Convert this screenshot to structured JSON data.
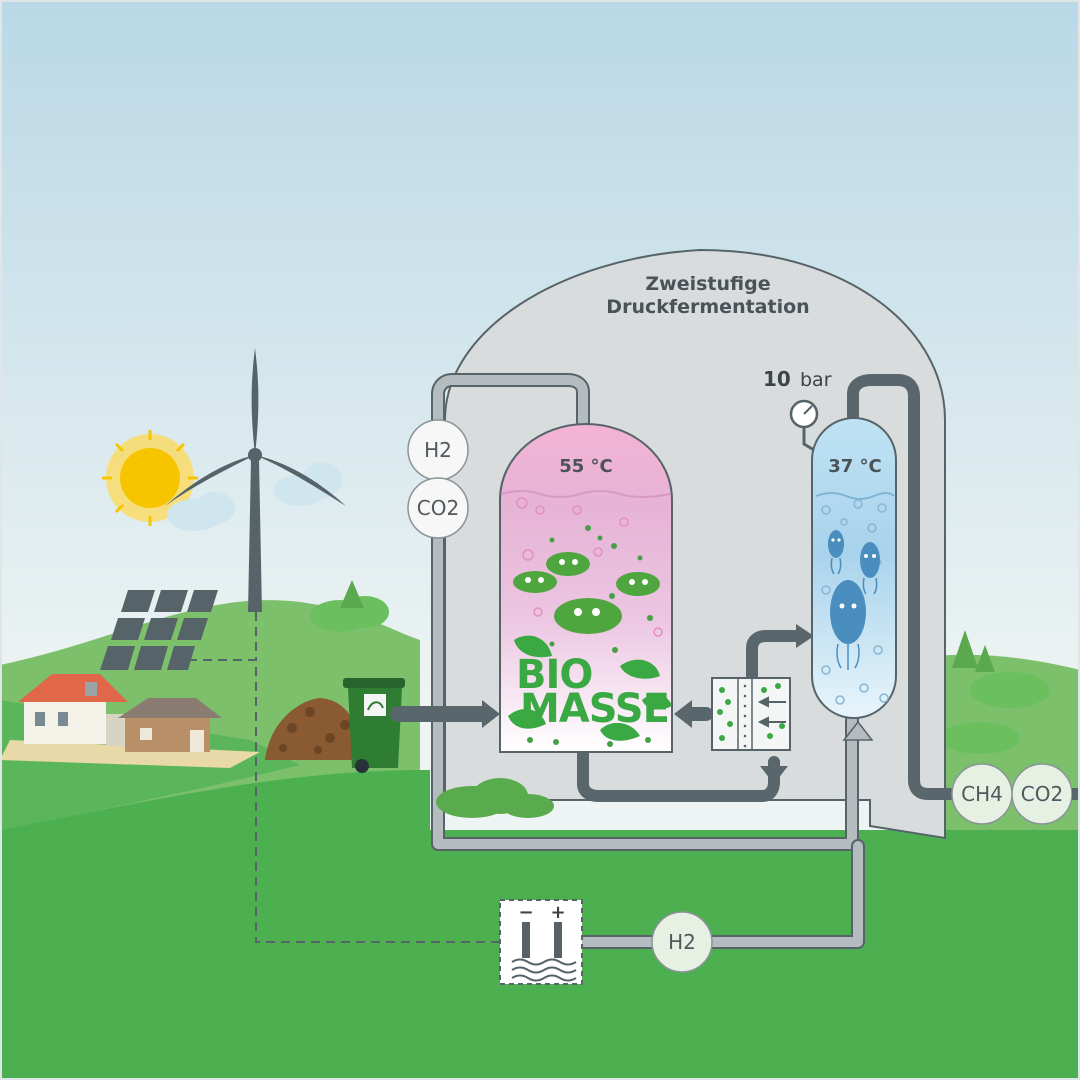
{
  "diagram": {
    "title_line1": "Zweistufige",
    "title_line2": "Druckfermentation",
    "stage1_temperature": "55 °C",
    "stage2_temperature": "37 °C",
    "pressure_value": "10",
    "pressure_unit": "bar",
    "biomass_label_line1": "BIO",
    "biomass_label_line2": "MASSE",
    "gas_inlet_h2": "H2",
    "gas_inlet_co2": "CO2",
    "gas_outlet_ch4": "CH4",
    "gas_outlet_co2": "CO2",
    "electrolysis_h2": "H2",
    "electrolyzer_minus": "−",
    "electrolyzer_plus": "+"
  },
  "colors": {
    "sky_top": "#b9d8e6",
    "sky_bottom": "#eef4f3",
    "grass": "#4caf50",
    "hill": "#7cc06c",
    "building": "#d9dcdc",
    "pipe_dark": "#59666c",
    "pipe_light": "#b4bcc0",
    "reactor1_pink": "#f3b7d5",
    "reactor2_blue": "#bfe2f3",
    "biomass_green": "#3aa843",
    "sun": "#f6c500"
  },
  "icons": [
    "sun-icon",
    "wind-turbine-icon",
    "solar-panel-icon",
    "house-icon",
    "compost-heap-icon",
    "organic-waste-bin-icon",
    "pressure-gauge-icon",
    "membrane-filter-icon",
    "electrolyzer-icon",
    "bacteria-icon",
    "microbe-icon"
  ]
}
